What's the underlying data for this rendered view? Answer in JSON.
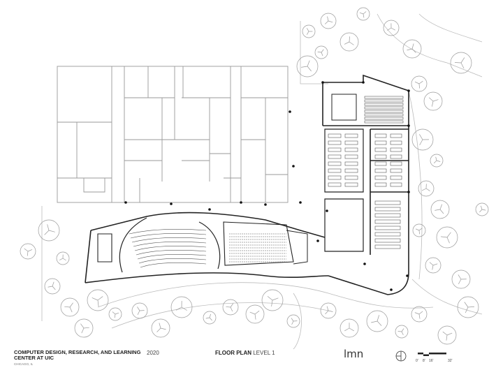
{
  "title_block": {
    "project_name": "COMPUTER DESIGN, RESEARCH, AND LEARNING CENTER AT UIC",
    "location": "CHICAGO, IL",
    "year": "2020",
    "sheet_title_bold": "FLOOR PLAN",
    "sheet_title_light": "LEVEL 1",
    "firm_logo": "LMN",
    "scale_labels": [
      "0'",
      "8'",
      "16'",
      "32'"
    ]
  },
  "icons": [
    "north-arrow-icon",
    "scale-bar-icon",
    "tree-icon"
  ]
}
